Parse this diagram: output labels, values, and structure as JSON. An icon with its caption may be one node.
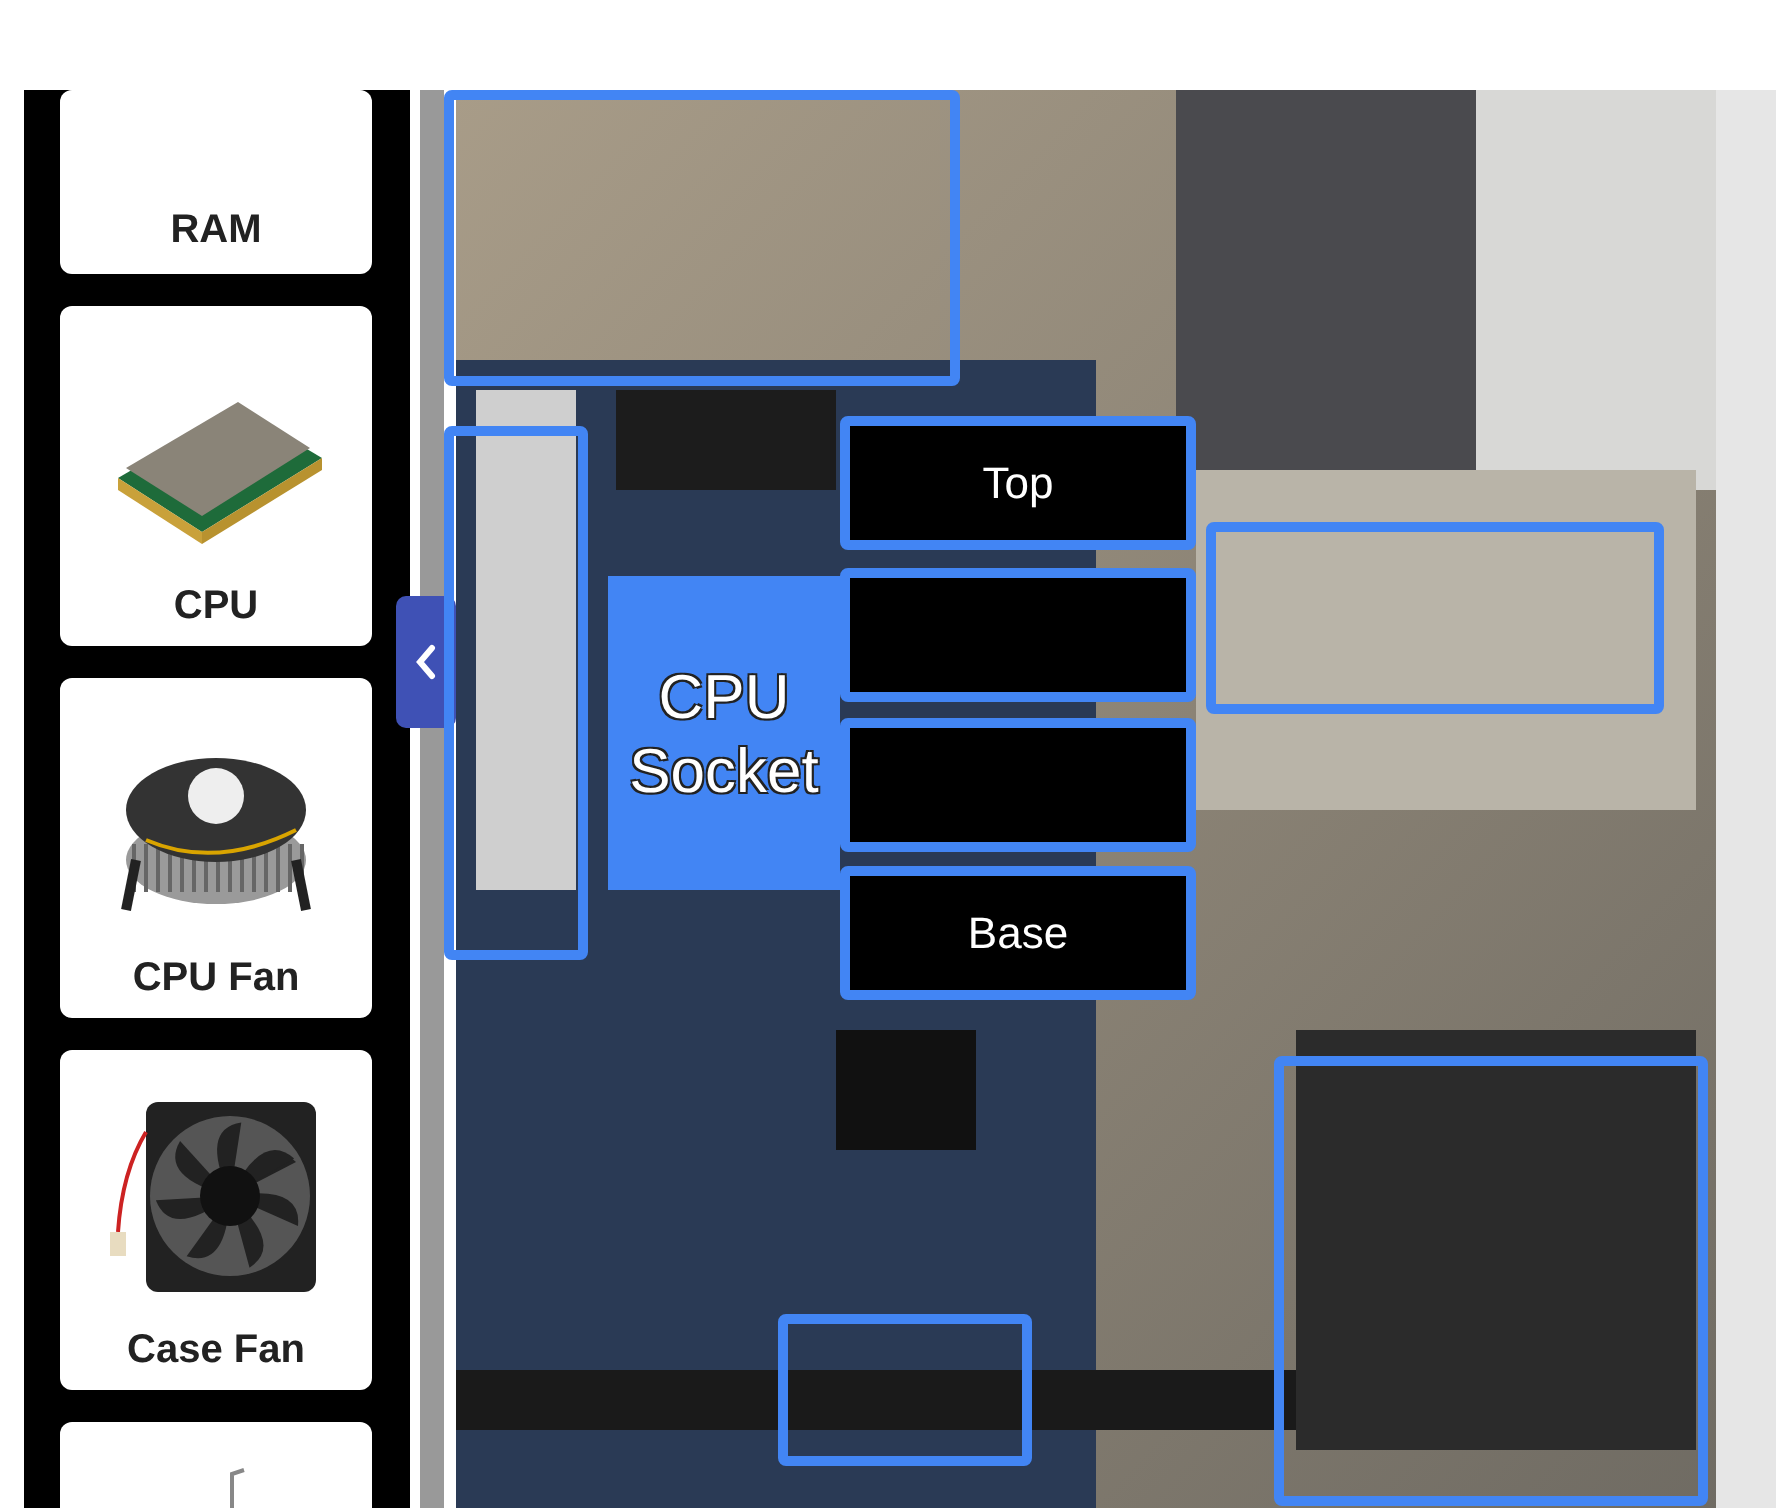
{
  "diagram": {
    "nodes": [
      {
        "text": [
          "RAM"
        ]
      },
      {
        "text": [
          "CPU"
        ]
      },
      {
        "text": [
          "CPU Fan"
        ]
      },
      {
        "text": [
          "Case Fan"
        ]
      },
      {
        "text": [],
        "shape": "box"
      },
      {
        "text": [],
        "shape": "box"
      },
      {
        "text": [],
        "shape": "box"
      },
      {
        "text": [
          "CPU Socket"
        ]
      },
      {
        "text": [
          "Top"
        ]
      },
      {
        "text": [],
        "shape": "box"
      },
      {
        "text": [],
        "shape": "box"
      },
      {
        "text": [
          "Base"
        ]
      },
      {
        "text": [],
        "shape": "box"
      },
      {
        "text": [],
        "shape": "box"
      },
      {
        "text": [],
        "shape": "box"
      }
    ]
  }
}
